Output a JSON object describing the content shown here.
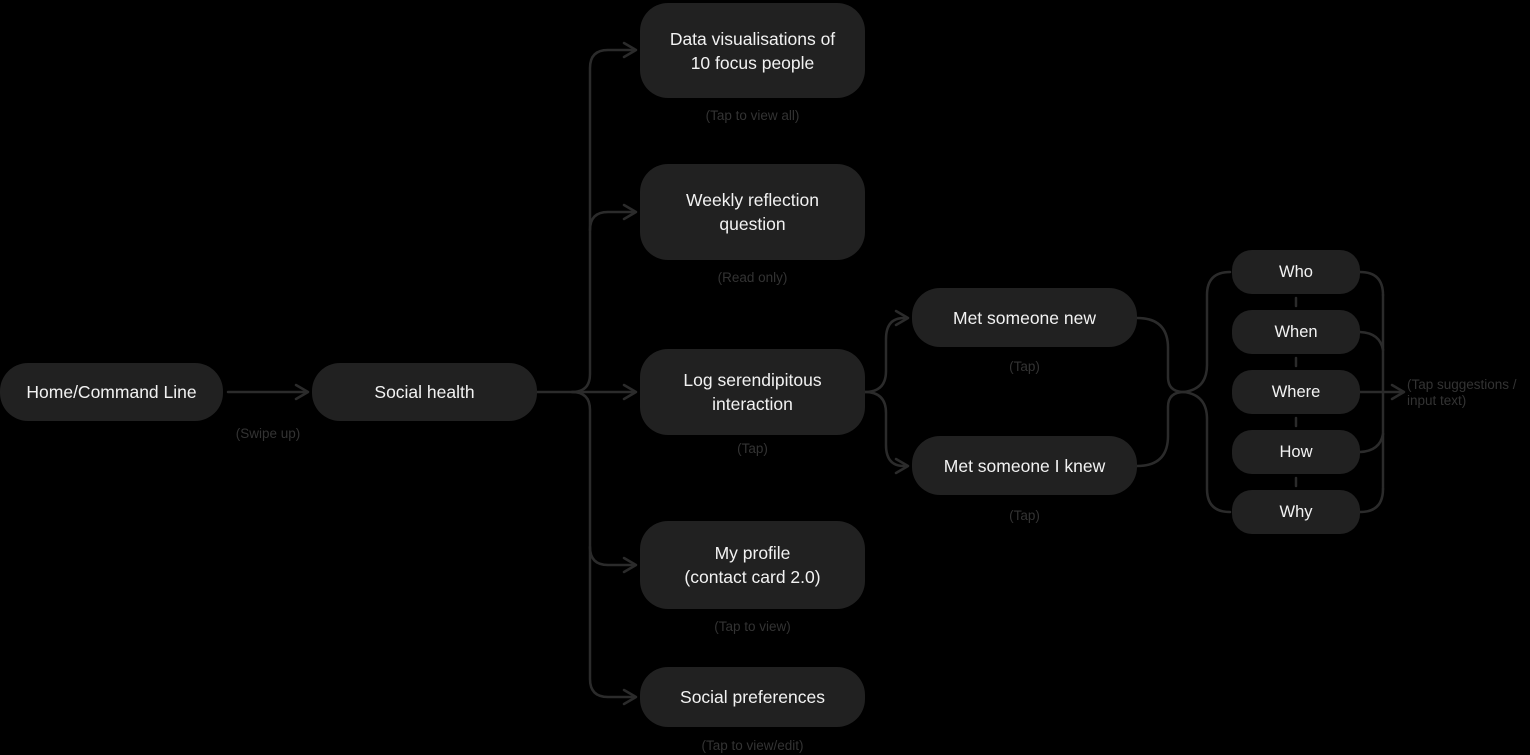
{
  "colors": {
    "background": "#000000",
    "node_fill": "#212121",
    "node_text": "#f2f2f2",
    "connector": "#2b2b2b",
    "caption_text": "#333333"
  },
  "nodes": {
    "home": {
      "label": "Home/Command Line"
    },
    "social_health": {
      "label": "Social health"
    },
    "data_vis": {
      "label": "Data visualisations of\n10 focus people",
      "caption": "(Tap to view all)"
    },
    "weekly_reflection": {
      "label": "Weekly reflection\nquestion",
      "caption": "(Read only)"
    },
    "log_interaction": {
      "label": "Log serendipitous\ninteraction",
      "caption": "(Tap)"
    },
    "my_profile": {
      "label": "My profile\n(contact card 2.0)",
      "caption": "(Tap to view)"
    },
    "social_preferences": {
      "label": "Social preferences",
      "caption": "(Tap to view/edit)"
    },
    "met_new": {
      "label": "Met someone new",
      "caption": "(Tap)"
    },
    "met_knew": {
      "label": "Met someone I knew",
      "caption": "(Tap)"
    },
    "who": {
      "label": "Who"
    },
    "when": {
      "label": "When"
    },
    "where": {
      "label": "Where"
    },
    "how": {
      "label": "How"
    },
    "why": {
      "label": "Why"
    }
  },
  "edge_captions": {
    "swipe_up": "(Swipe up)",
    "suggestions": "(Tap suggestions /\ninput text)"
  },
  "edges": [
    "home -> social_health (Swipe up)",
    "social_health -> data_vis",
    "social_health -> weekly_reflection",
    "social_health -> log_interaction",
    "social_health -> my_profile",
    "social_health -> social_preferences",
    "log_interaction -> met_new",
    "log_interaction -> met_knew",
    "met_new -> who/why group",
    "met_knew -> who/why group",
    "who -> when (dotted)",
    "when -> where (dotted)",
    "where -> how (dotted)",
    "how -> why (dotted)",
    "who/when/where/how/why -> (Tap suggestions / input text)"
  ]
}
